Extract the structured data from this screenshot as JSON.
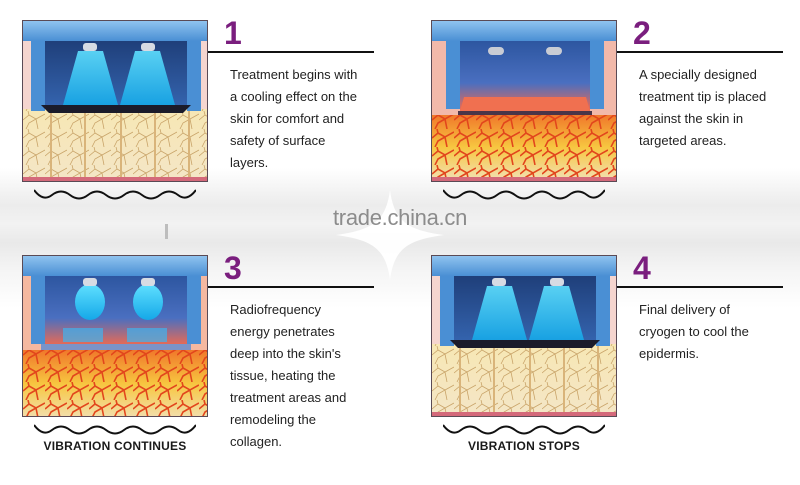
{
  "watermark": "trade.china.cn",
  "colors": {
    "step_number": "#7a1e7e",
    "device_blue": "#4a8fd4",
    "cryogen_cyan": "#27c6f0",
    "heat_orange": "#f06a2a",
    "fat_yellow": "#f7e8b8"
  },
  "steps": [
    {
      "number": "1",
      "lines": [
        "Treatment begins with",
        "a cooling effect on the",
        "skin for comfort and",
        "safety of surface",
        "layers."
      ],
      "state": "cooling",
      "vibration_label": ""
    },
    {
      "number": "2",
      "lines": [
        "A specially designed",
        "treatment tip is placed",
        "against the skin in",
        "targeted areas."
      ],
      "state": "heating-contact",
      "vibration_label": ""
    },
    {
      "number": "3",
      "lines": [
        "Radiofrequency",
        "energy penetrates",
        "deep into the skin's",
        "tissue, heating the",
        "treatment areas and",
        "remodeling the",
        "collagen."
      ],
      "state": "rf-heating",
      "vibration_label": "VIBRATION CONTINUES"
    },
    {
      "number": "4",
      "lines": [
        "Final delivery of",
        "cryogen to cool the",
        "epidermis."
      ],
      "state": "cooling",
      "vibration_label": "VIBRATION STOPS"
    }
  ],
  "icons": {
    "vibration": "sine-wave-icon",
    "nozzle": "spray-nozzle-icon"
  }
}
